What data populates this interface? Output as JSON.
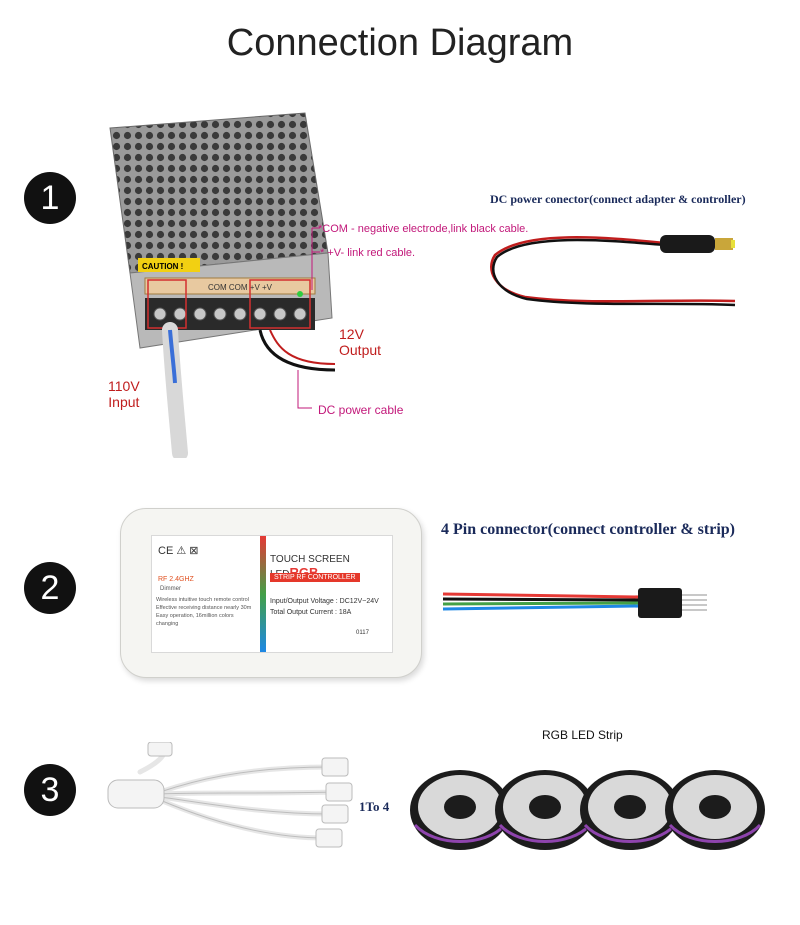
{
  "title": "Connection Diagram",
  "steps": [
    "1",
    "2",
    "3"
  ],
  "step1": {
    "dc_connector_label": "DC power conector(connect adapter & controller)",
    "com_note": "*COM - negative electrode,link black cable.",
    "v_note": "* +V- link red cable.",
    "output_label_1": "12V",
    "output_label_2": "Output",
    "input_label_1": "110V",
    "input_label_2": "Input",
    "dc_cable_label": "DC power cable",
    "psu_caution": "CAUTION !",
    "psu_terminals": "COM COM +V +V"
  },
  "step2": {
    "connector_label": "4 Pin connector(connect controller & strip)",
    "controller": {
      "brand_line": "TOUCH SCREEN LED",
      "rgb": "RGB",
      "sub_line": "STRIP RF CONTROLLER",
      "rf": "RF 2.4GHZ",
      "dimmer": "Dimmer",
      "features": [
        "Wireless intuitive touch remote control",
        "Effective receiving distance nearly 30m",
        "Easy operation, 16million colors changing"
      ],
      "voltage": "Input/Output Voltage : DC12V~24V",
      "current": "Total Output Current : 18A",
      "code": "0117"
    }
  },
  "step3": {
    "splitter_label": "1To 4",
    "strip_label": "RGB LED Strip"
  }
}
